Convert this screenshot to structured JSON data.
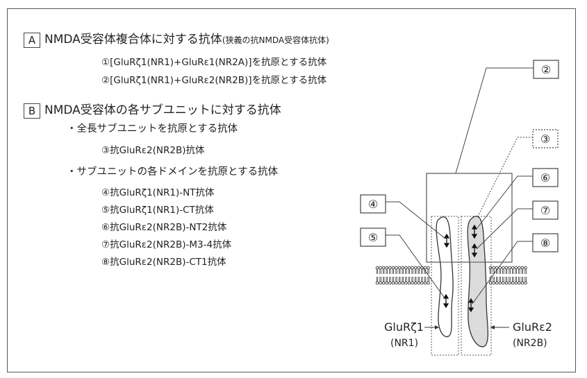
{
  "sectionA": {
    "letter": "A",
    "title": "NMDA受容体複合体に対する抗体",
    "note": "(狭義の抗NMDA受容体抗体)",
    "items": [
      "①[GluRζ1(NR1)+GluRε1(NR2A)]を抗原とする抗体",
      "②[GluRζ1(NR1)+GluRε2(NR2B)]を抗原とする抗体"
    ]
  },
  "sectionB": {
    "letter": "B",
    "title": "NMDA受容体の各サブユニットに対する抗体",
    "sub1": "・全長サブユニットを抗原とする抗体",
    "sub1_items": [
      "③抗GluRε2(NR2B)抗体"
    ],
    "sub2": "・サブユニットの各ドメインを抗原とする抗体",
    "sub2_items": [
      "④抗GluRζ1(NR1)-NT抗体",
      "⑤抗GluRζ1(NR1)-CT抗体",
      "⑥抗GluRε2(NR2B)-NT2抗体",
      "⑦抗GluRε2(NR2B)-M3-4抗体",
      "⑧抗GluRε2(NR2B)-CT1抗体"
    ]
  },
  "diagram": {
    "callouts": [
      "②",
      "③",
      "④",
      "⑤",
      "⑥",
      "⑦",
      "⑧"
    ],
    "left_subunit": "GluRζ1",
    "left_subunit_sub": "(NR1)",
    "right_subunit": "GluRε2",
    "right_subunit_sub": "(NR2B)"
  }
}
